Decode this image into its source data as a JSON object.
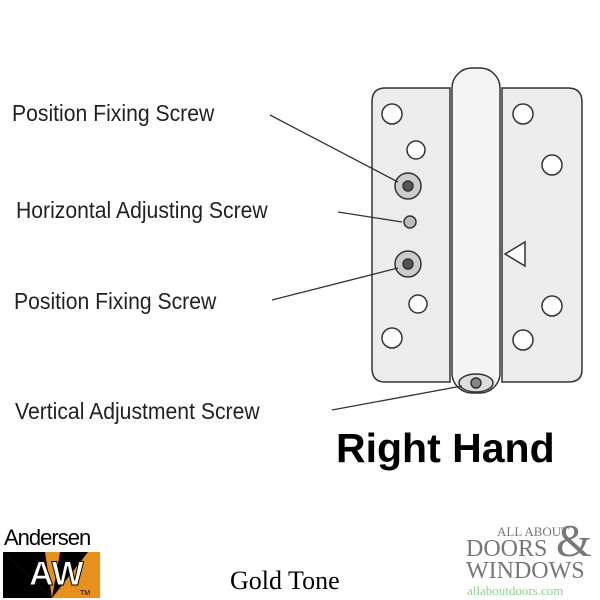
{
  "labels": {
    "position_fixing_top": "Position Fixing Screw",
    "horizontal_adjusting": "Horizontal Adjusting Screw",
    "position_fixing_bottom": "Position Fixing Screw",
    "vertical_adjustment": "Vertical Adjustment Screw"
  },
  "hand": "Right Hand",
  "finish": "Gold Tone",
  "logos": {
    "andersen": {
      "name": "Andersen",
      "mark": "AW",
      "tm": "TM",
      "colors": {
        "orange": "#e8901c",
        "black": "#000000"
      }
    },
    "all_about_doors": {
      "line1": "ALL ABOUT",
      "line2": "DOORS",
      "line3": "WINDOWS",
      "amp": "&",
      "url": "allaboutdoors.com",
      "colors": {
        "gray": "#777777",
        "green": "#8fd08f"
      }
    }
  }
}
